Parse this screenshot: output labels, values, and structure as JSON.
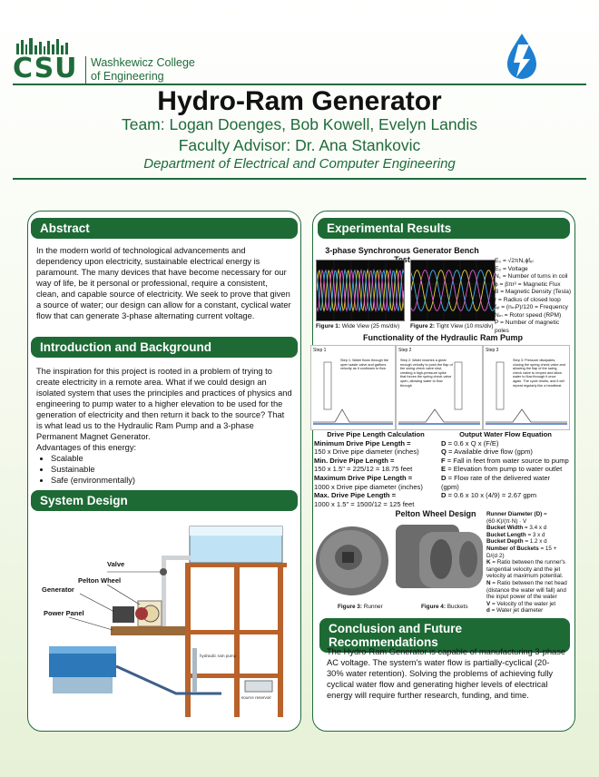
{
  "header": {
    "logo": "CSU",
    "college_line1": "Washkewicz College",
    "college_line2": "of Engineering",
    "title": "Hydro-Ram Generator",
    "team": "Team: Logan Doenges, Bob Kowell, Evelyn Landis",
    "advisor": "Faculty Advisor: Dr. Ana Stankovic",
    "department": "Department of Electrical and Computer Engineering"
  },
  "abstract": {
    "heading": "Abstract",
    "text": "In the modern world of technological advancements and dependency upon electricity, sustainable electrical energy is paramount. The many devices that have become necessary for our way of life, be it personal or professional, require a consistent, clean, and capable source of electricity. We seek to prove that given a source of water; our design can allow for a constant, cyclical water flow that can generate 3-phase alternating current voltage."
  },
  "intro": {
    "heading": "Introduction and Background",
    "text": "The inspiration for this project is rooted in a problem of trying to create electricity in a remote area. What if we could design an isolated system that uses the principles and practices of physics and engineering to pump water to a higher elevation to be used for the generation of electricity and then return it back to the source? That is what lead us to the Hydraulic Ram Pump and a 3-phase Permanent Magnet Generator.",
    "advantages_label": "Advantages of this energy:",
    "advantages": [
      "Scalable",
      "Sustainable",
      "Safe (environmentally)"
    ]
  },
  "system": {
    "heading": "System Design",
    "labels": {
      "valve": "Valve",
      "pelton": "Pelton Wheel",
      "generator": "Generator",
      "power": "Power Panel",
      "ram": "hydraulic ram pump",
      "source": "source reservoir"
    }
  },
  "results": {
    "heading": "Experimental Results",
    "bench_title": "3-phase Synchronous Generator Bench Test",
    "fig1_label": "Figure 1:",
    "fig1_text": "Wide View (25 ms/div)",
    "fig2_label": "Figure 2:",
    "fig2_text": "Tight View (10 ms/div)",
    "equations": [
      "E₀ = √2πN꜀ϕfₑₗ",
      "E₀ = Voltage",
      "N꜀ = Number of turns in coil",
      "ϕ = βπr² = Magnetic Flux",
      "B = Magnetic Density (Tesla)",
      "r = Radius of closed loop",
      "fₑₗ = (nₘP)/120 = Frequency",
      "Nₘ = Rotor speed (RPM)",
      "P = Number of magnetic poles"
    ],
    "pump_title": "Functionality of the Hydraulic Ram Pump",
    "steps": [
      {
        "label": "Step 1",
        "text": "Step 1: Water flows through the open waste valve and gathers velocity as it continues to flow"
      },
      {
        "label": "Step 2",
        "text": "Step 2: Water reaches a great enough velocity to push the flap of the swing check valve shut, creating a high-pressure spike that forces the spring check valve open, allowing water to flow through"
      },
      {
        "label": "Step 3",
        "text": "Step 3: Pressure dissipates, closing the spring check valve and allowing the flap of the swing check valve to reopen and allow water to flow through it once again. The cycle resets, and it will repeat regularly like a heartbeat"
      }
    ],
    "drive": {
      "title": "Drive Pipe Length Calculation",
      "lines": [
        {
          "b": "Minimum Drive Pipe Length =",
          "t": ""
        },
        {
          "b": "",
          "t": "150 x Drive pipe diameter (inches)"
        },
        {
          "b": "Min. Drive Pipe Length =",
          "t": ""
        },
        {
          "b": "",
          "t": "150 x 1.5\" = 225/12 = 18.75 feet"
        },
        {
          "b": "Maximum Drive Pipe Length =",
          "t": ""
        },
        {
          "b": "",
          "t": "1000 x Drive pipe diameter (inches)"
        },
        {
          "b": "Max. Drive Pipe Length =",
          "t": ""
        },
        {
          "b": "",
          "t": "1000 x 1.5\" = 1500/12 = 125 feet"
        }
      ]
    },
    "flow": {
      "title": "Output Water Flow Equation",
      "lines": [
        {
          "b": "D",
          "t": " = 0.6 x Q x (F/E)"
        },
        {
          "b": "Q",
          "t": " = Available drive flow (gpm)"
        },
        {
          "b": "F",
          "t": " = Fall in feet from water source to pump"
        },
        {
          "b": "E",
          "t": " = Elevation from pump to water outlet"
        },
        {
          "b": "D",
          "t": " = Flow rate of the delivered water (gpm)"
        },
        {
          "b": "D",
          "t": " = 0.6 x 10 x (4/9) = 2.67 gpm"
        }
      ]
    },
    "pelton": {
      "title": "Pelton Wheel Design",
      "fig3_label": "Figure 3:",
      "fig3_text": "Runner",
      "fig4_label": "Figure 4:",
      "fig4_text": "Buckets",
      "lines": [
        {
          "b": "Runner Diameter (D)",
          "t": " = (60·K)/(π·N) · V"
        },
        {
          "b": "Bucket Width",
          "t": " = 3.4 x d"
        },
        {
          "b": "Bucket Length",
          "t": " = 3 x d"
        },
        {
          "b": "Bucket Depth",
          "t": " = 1.2 x d"
        },
        {
          "b": "Number of Buckets",
          "t": " = 15 + D/(d·2)"
        },
        {
          "b": "K",
          "t": " = Ratio between the runner's tangential velocity and the jet velocity at maximum potential."
        },
        {
          "b": "N",
          "t": " = Ratio between the net head (distance the water will fall) and the input power of the water"
        },
        {
          "b": "V",
          "t": " = Velocity of the water jet"
        },
        {
          "b": "d",
          "t": " = Water jet diameter"
        }
      ]
    }
  },
  "conclusion": {
    "heading": "Conclusion and Future Recommendations",
    "text": "The Hydro-Ram Generator is capable of manufacturing 3-phase AC voltage. The system's water flow is partially-cyclical (20-30% water retention). Solving the problems of achieving fully cyclical water flow and generating higher levels of electrical energy will require further research, funding, and time."
  }
}
